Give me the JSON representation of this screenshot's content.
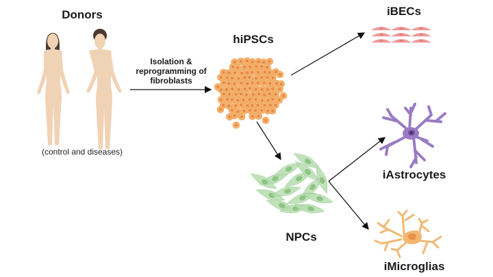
{
  "diagram": {
    "type": "workflow",
    "nodes": {
      "donors": {
        "label": "Donors",
        "caption": "(control and diseases)"
      },
      "process": {
        "line1": "Isolation &",
        "line2": "reprogramming of",
        "line3": "fibroblasts"
      },
      "hipscs": {
        "label": "hiPSCs"
      },
      "ibecs": {
        "label": "iBECs"
      },
      "npcs": {
        "label": "NPCs"
      },
      "iastrocytes": {
        "label": "iAstrocytes"
      },
      "imicroglias": {
        "label": "iMicroglias"
      }
    },
    "edges": [
      {
        "from": "donors",
        "to": "hipscs",
        "label": "Isolation & reprogramming of fibroblasts"
      },
      {
        "from": "hipscs",
        "to": "ibecs"
      },
      {
        "from": "hipscs",
        "to": "npcs"
      },
      {
        "from": "npcs",
        "to": "iastrocytes"
      },
      {
        "from": "npcs",
        "to": "imicroglias"
      }
    ],
    "colors": {
      "skin": "#f0d2b4",
      "hair": "#4a3a33",
      "hipsc": "#f5b26b",
      "hipsc_nucleus": "#e8874a",
      "ibec": "#f09a9a",
      "npc": "#b7dcb0",
      "astrocyte": "#9b7bc4",
      "microglia": "#f2b870",
      "arrow": "#111111"
    }
  }
}
